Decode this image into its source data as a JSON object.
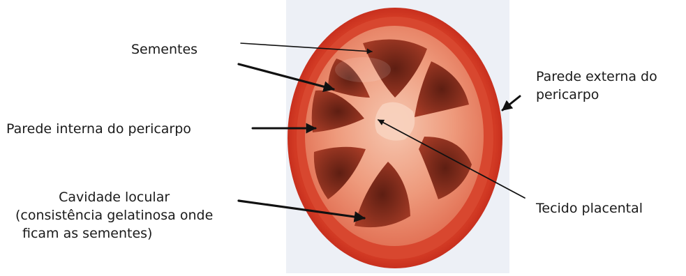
{
  "labels": {
    "sementes": "Sementes",
    "parede_externa_1": "Parede externa do",
    "parede_externa_2": "pericarpo",
    "parede_interna": "Parede interna do pericarpo",
    "cavidade_1": "Cavidade locular",
    "cavidade_2": "(consistência gelatinosa onde",
    "cavidade_3": "ficam as sementes)",
    "tecido": "Tecido placental"
  },
  "colors": {
    "skin": "#c8281c",
    "flesh": "#e8715a",
    "placenta": "#f2b39a",
    "locule": "#7a2a1c",
    "arrow": "#111111",
    "backdrop": "#dde3ec"
  }
}
